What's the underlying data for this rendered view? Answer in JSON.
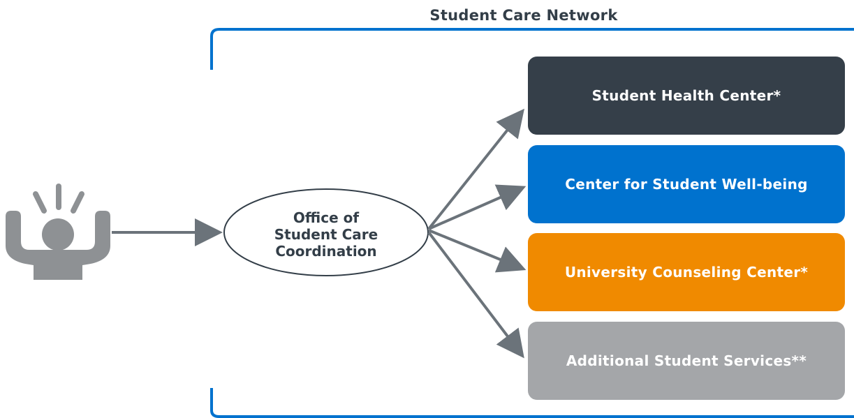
{
  "title": "Student Care Network",
  "person": {
    "icon": "stressed-student-icon"
  },
  "office": {
    "label": "Office of Student Care Coordination"
  },
  "services": [
    {
      "label": "Student Health Center*",
      "color": "#353f49"
    },
    {
      "label": "Center for Student Well-being",
      "color": "#0072ce"
    },
    {
      "label": "University Counseling Center*",
      "color": "#f08a00"
    },
    {
      "label": "Additional Student Services**",
      "color": "#a4a6a9"
    }
  ],
  "colors": {
    "bracket": "#0072ce",
    "arrow": "#6b737a",
    "icon": "#8e9194"
  }
}
